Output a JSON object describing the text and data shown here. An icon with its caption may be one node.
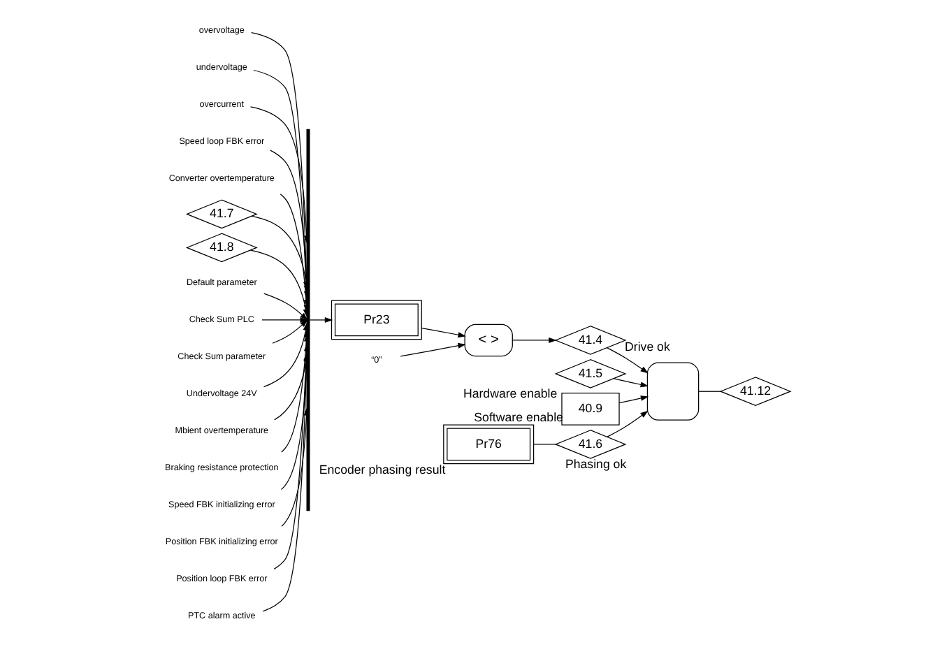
{
  "diagram": {
    "nodes": [
      {
        "text": [
          "overvoltage"
        ]
      },
      {
        "text": [
          "undervoltage"
        ]
      },
      {
        "text": [
          "overcurrent"
        ]
      },
      {
        "text": [
          "Speed loop FBK error"
        ]
      },
      {
        "text": [
          "Converter overtemperature"
        ]
      },
      {
        "text": [
          "41.7"
        ]
      },
      {
        "text": [
          "41.8"
        ]
      },
      {
        "text": [
          "Default parameter"
        ]
      },
      {
        "text": [
          "Check Sum PLC"
        ]
      },
      {
        "text": [
          "Check Sum parameter"
        ]
      },
      {
        "text": [
          "Undervoltage 24V"
        ]
      },
      {
        "text": [
          "Mbient overtemperature"
        ]
      },
      {
        "text": [
          "Braking resistance protection"
        ]
      },
      {
        "text": [
          "Speed FBK initializing error"
        ]
      },
      {
        "text": [
          "Position FBK initializing error"
        ]
      },
      {
        "text": [
          "Position loop FBK error"
        ]
      },
      {
        "text": [
          "PTC alarm active"
        ]
      },
      {
        "text": [],
        "shape": "bar"
      },
      {
        "text": [
          "Pr23"
        ]
      },
      {
        "text": [
          "< >"
        ]
      },
      {
        "text": [
          "“0”"
        ]
      },
      {
        "text": [
          "41.4"
        ],
        "beside": [
          "Drive ok"
        ]
      },
      {
        "text": [
          "41.5"
        ],
        "beside": [
          "Hardware enable"
        ]
      },
      {
        "text": [
          "40.9"
        ],
        "beside": [
          "Software enable"
        ]
      },
      {
        "text": [
          "Pr76"
        ],
        "beside": [
          "Encoder phasing result"
        ]
      },
      {
        "text": [
          "41.6"
        ],
        "beside": [
          "Phasing ok"
        ]
      },
      {
        "text": [],
        "shape": "gate"
      },
      {
        "text": [
          "41.12"
        ]
      }
    ],
    "edges": [
      {
        "from": 0,
        "to": 17,
        "arrow": "to"
      },
      {
        "from": 1,
        "to": 17,
        "arrow": "to"
      },
      {
        "from": 2,
        "to": 17,
        "arrow": "to"
      },
      {
        "from": 3,
        "to": 17,
        "arrow": "to"
      },
      {
        "from": 4,
        "to": 17,
        "arrow": "to"
      },
      {
        "from": 5,
        "to": 17,
        "arrow": "to"
      },
      {
        "from": 6,
        "to": 17,
        "arrow": "to"
      },
      {
        "from": 7,
        "to": 17,
        "arrow": "to"
      },
      {
        "from": 8,
        "to": 17,
        "arrow": "to"
      },
      {
        "from": 9,
        "to": 17,
        "arrow": "to"
      },
      {
        "from": 10,
        "to": 17,
        "arrow": "to"
      },
      {
        "from": 11,
        "to": 17,
        "arrow": "to"
      },
      {
        "from": 12,
        "to": 17,
        "arrow": "to"
      },
      {
        "from": 13,
        "to": 17,
        "arrow": "to"
      },
      {
        "from": 14,
        "to": 17,
        "arrow": "to"
      },
      {
        "from": 15,
        "to": 17,
        "arrow": "to"
      },
      {
        "from": 16,
        "to": 17,
        "arrow": "to"
      },
      {
        "from": 17,
        "to": 18,
        "arrow": "to"
      },
      {
        "from": 18,
        "to": 19,
        "arrow": "to"
      },
      {
        "from": 20,
        "to": 19,
        "arrow": "to"
      },
      {
        "from": 19,
        "to": 21,
        "arrow": "to"
      },
      {
        "from": 21,
        "to": 26,
        "arrow": "to"
      },
      {
        "from": 22,
        "to": 26,
        "arrow": "to"
      },
      {
        "from": 23,
        "to": 26,
        "arrow": "to"
      },
      {
        "from": 24,
        "to": 25,
        "arrow": "none"
      },
      {
        "from": 25,
        "to": 26,
        "arrow": "to"
      },
      {
        "from": 26,
        "to": 27,
        "arrow": "none"
      }
    ]
  }
}
